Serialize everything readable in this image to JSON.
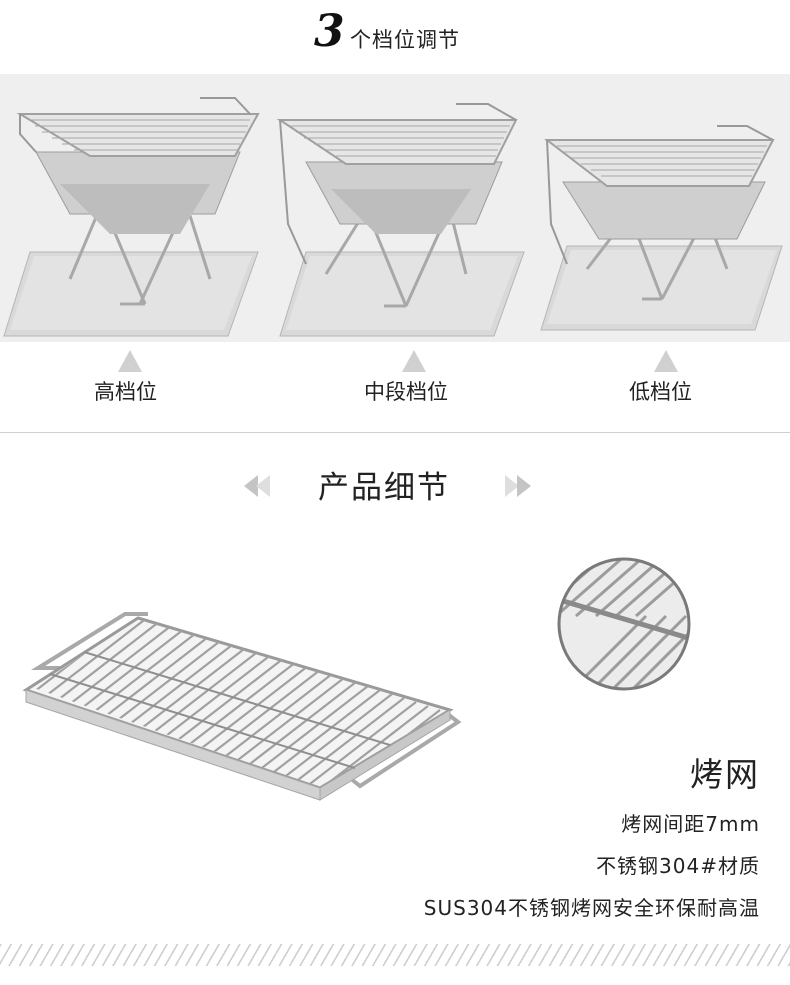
{
  "header": {
    "number": "3",
    "text": "个档位调节"
  },
  "positions": [
    {
      "label": "高档位",
      "level": "high"
    },
    {
      "label": "中段档位",
      "level": "mid"
    },
    {
      "label": "低档位",
      "level": "low"
    }
  ],
  "detail": {
    "title": "产品细节"
  },
  "spec": {
    "title": "烤网",
    "lines": [
      "烤网间距7mm",
      "不锈钢304#材质",
      "SUS304不锈钢烤网安全环保耐高温"
    ]
  },
  "colors": {
    "band": "#efefef",
    "steel": "#c8c8c8",
    "arrow": "#d0d0d0"
  }
}
